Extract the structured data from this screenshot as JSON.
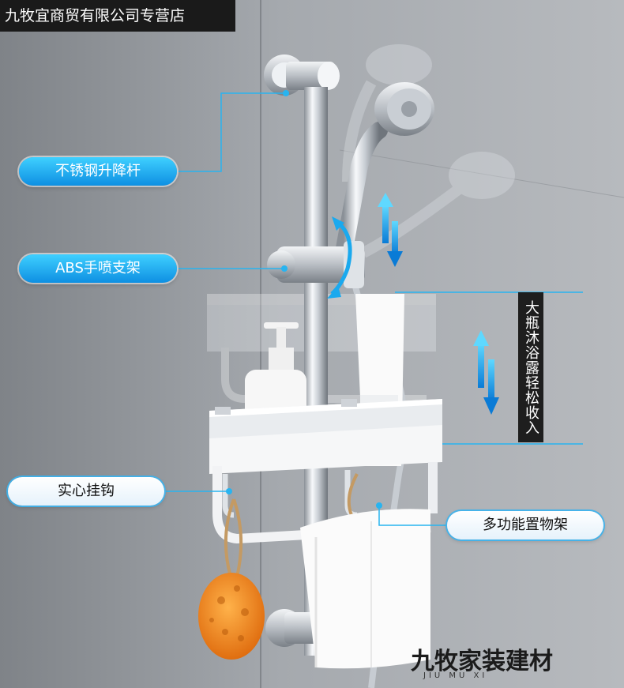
{
  "store_banner": "九牧宜商贸有限公司专营店",
  "callouts": {
    "rail": "不锈钢升降杆",
    "holder": "ABS手喷支架",
    "hook": "实心挂钩",
    "shelf": "多功能置物架",
    "vertical": "大瓶沐浴露轻松收入"
  },
  "brand": {
    "name": "九牧家装建材",
    "pinyin": "JIU MU XI"
  },
  "colors": {
    "wall": "#9a9ea3",
    "accent": "#1aa9ee",
    "chrome": "#d8dde2",
    "sponge": "#f08a1c"
  }
}
